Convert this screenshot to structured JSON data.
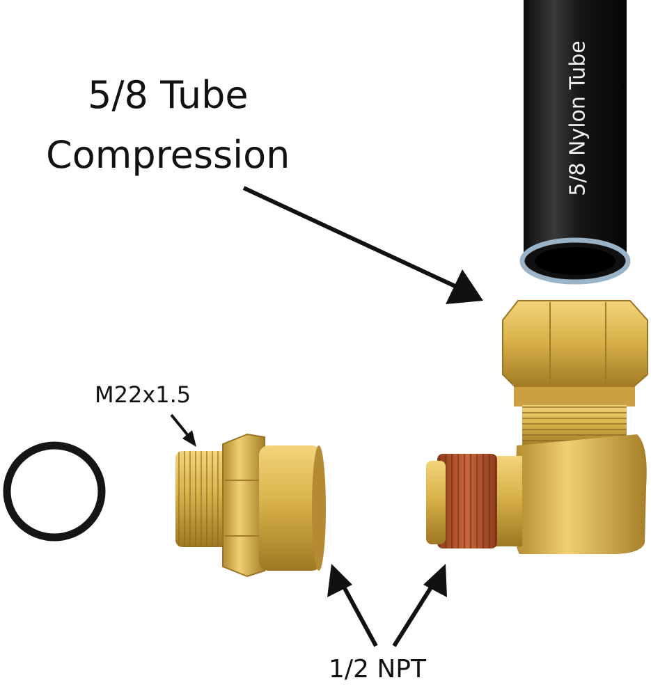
{
  "labels": {
    "title_line1": "5/8 Tube",
    "title_line2": "Compression",
    "tube_label": "5/8 Nylon Tube",
    "thread_label": "M22x1.5",
    "npt_label": "1/2 NPT"
  },
  "colors": {
    "background": "#ffffff",
    "brass": "#d9b24a",
    "brass_dark": "#a9822a",
    "thread_sealant": "#b8552a",
    "tube_black": "#1a1a1a",
    "oring": "#151515",
    "arrow": "#111111"
  }
}
